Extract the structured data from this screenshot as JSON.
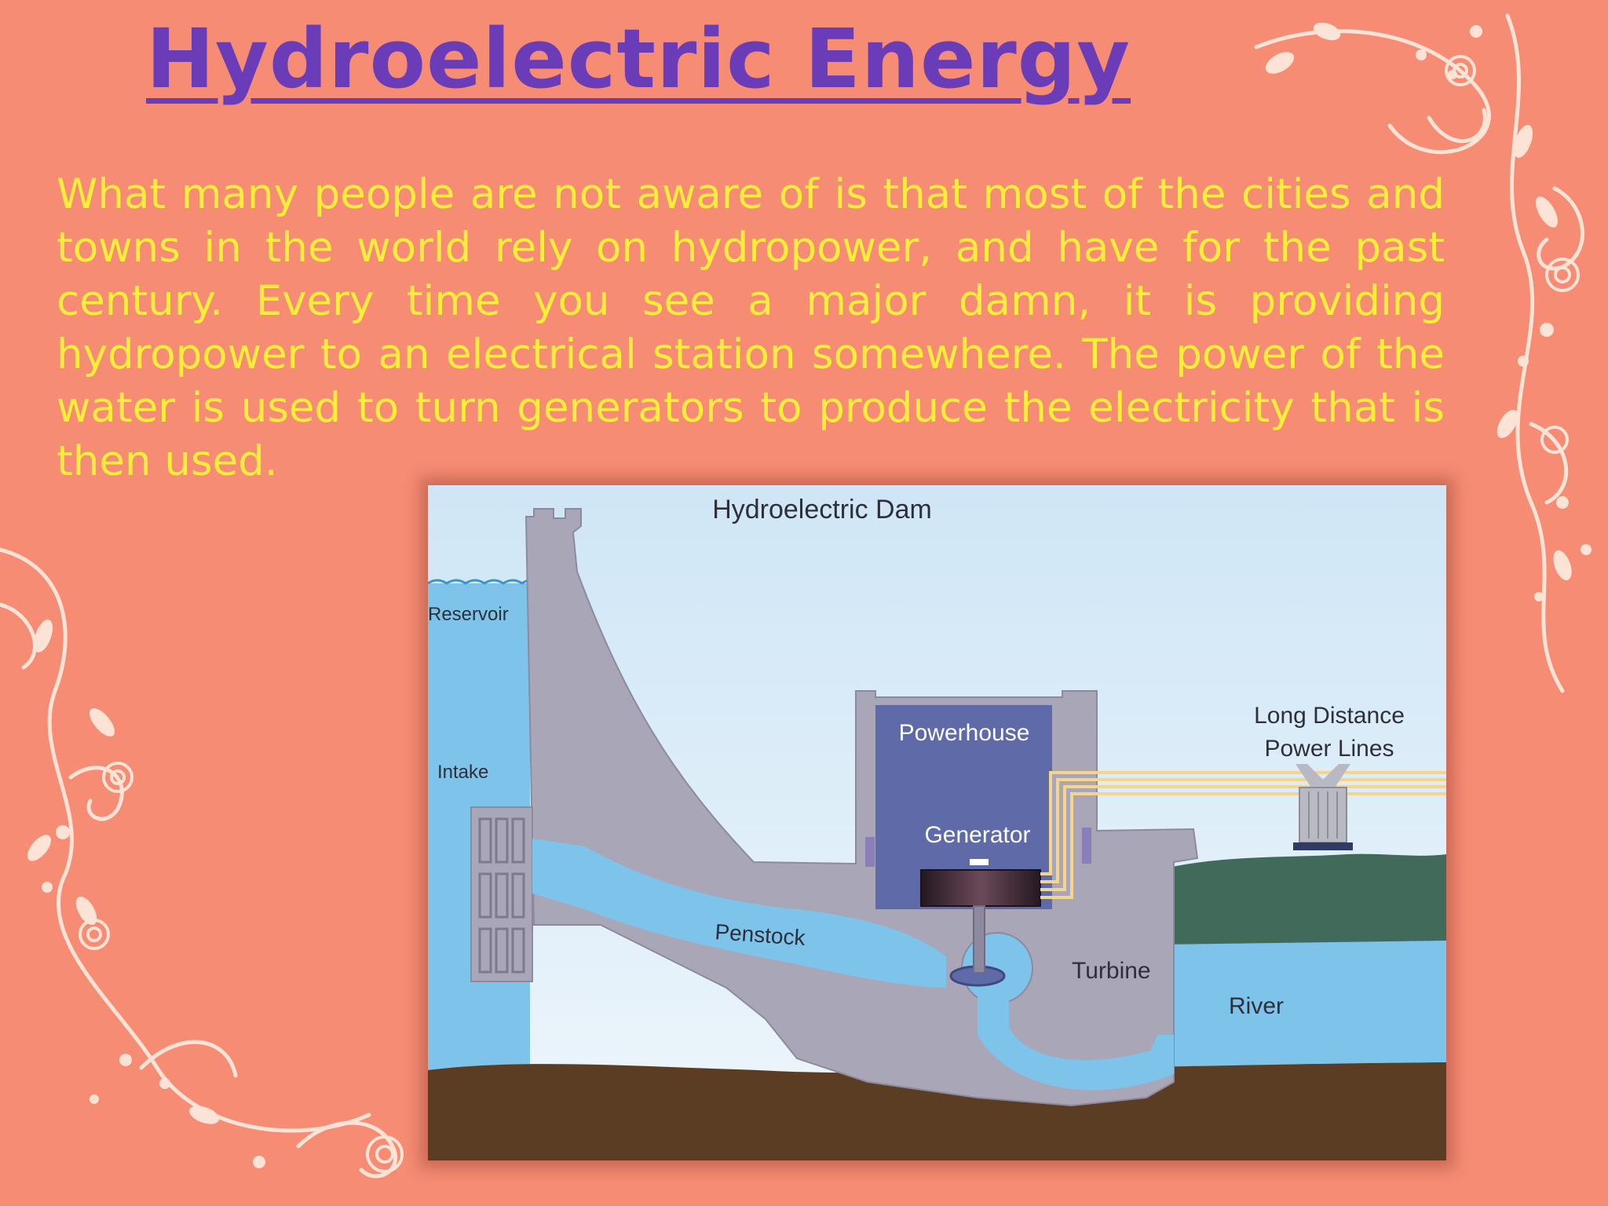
{
  "slide": {
    "title": "Hydroelectric Energy",
    "body": "What many people are not aware of is that most of the cities and towns in the world rely on hydropower, and have for the past century. Every time you see a major damn, it is providing hydropower to an electrical station somewhere. The power of the water is used to turn generators to produce the electricity that is then used."
  },
  "diagram": {
    "title": "Hydroelectric Dam",
    "labels": {
      "reservoir": "Reservoir",
      "intake": "Intake",
      "powerhouse": "Powerhouse",
      "generator": "Generator",
      "penstock": "Penstock",
      "turbine": "Turbine",
      "power_lines_line1": "Long Distance",
      "power_lines_line2": "Power Lines",
      "river": "River"
    }
  },
  "colors": {
    "background": "#f68c74",
    "title": "#6b3cb8",
    "body_text": "#fbee3a",
    "water": "#7ec3ea",
    "dam": "#a9a6b8",
    "powerhouse": "#5f6aa8",
    "ground": "#5a3d22"
  }
}
